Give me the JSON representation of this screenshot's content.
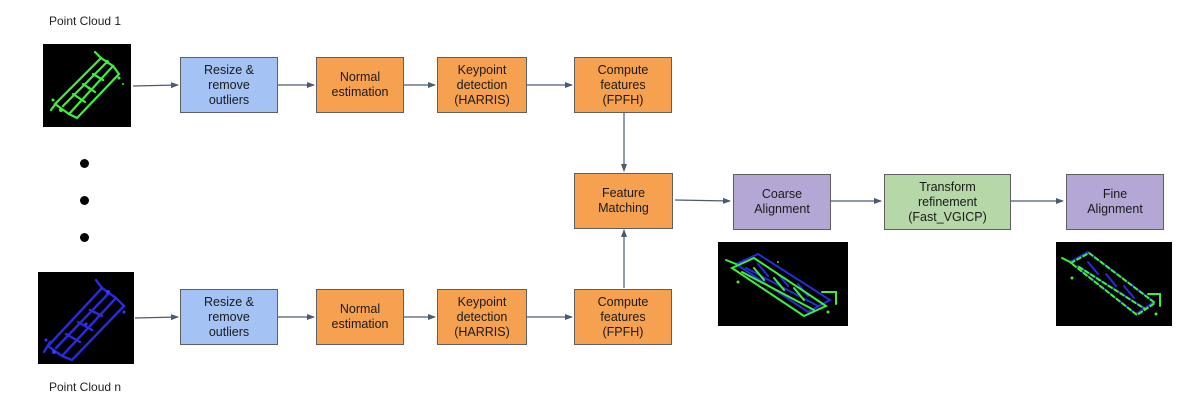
{
  "inputs": {
    "top_label": "Point Cloud 1",
    "bottom_label": "Point Cloud n"
  },
  "top_row": {
    "resize": "Resize &\nremove\noutliers",
    "normal": "Normal\nestimation",
    "keypoint": "Keypoint\ndetection\n(HARRIS)",
    "features": "Compute\nfeatures\n(FPFH)"
  },
  "bottom_row": {
    "resize": "Resize &\nremove\noutliers",
    "normal": "Normal\nestimation",
    "keypoint": "Keypoint\ndetection\n(HARRIS)",
    "features": "Compute\nfeatures\n(FPFH)"
  },
  "pipeline": {
    "matching": "Feature\nMatching",
    "coarse": "Coarse\nAlignment",
    "refinement": "Transform\nrefinement\n(Fast_VGICP)",
    "fine": "Fine\nAlignment"
  },
  "colors": {
    "preprocess": "#a4c2f4",
    "feature_steps": "#f6a150",
    "alignment": "#b4a7d6",
    "refinement": "#b6d7a8",
    "cloud_source": "#3cf03c",
    "cloud_target": "#2a2ae0"
  }
}
